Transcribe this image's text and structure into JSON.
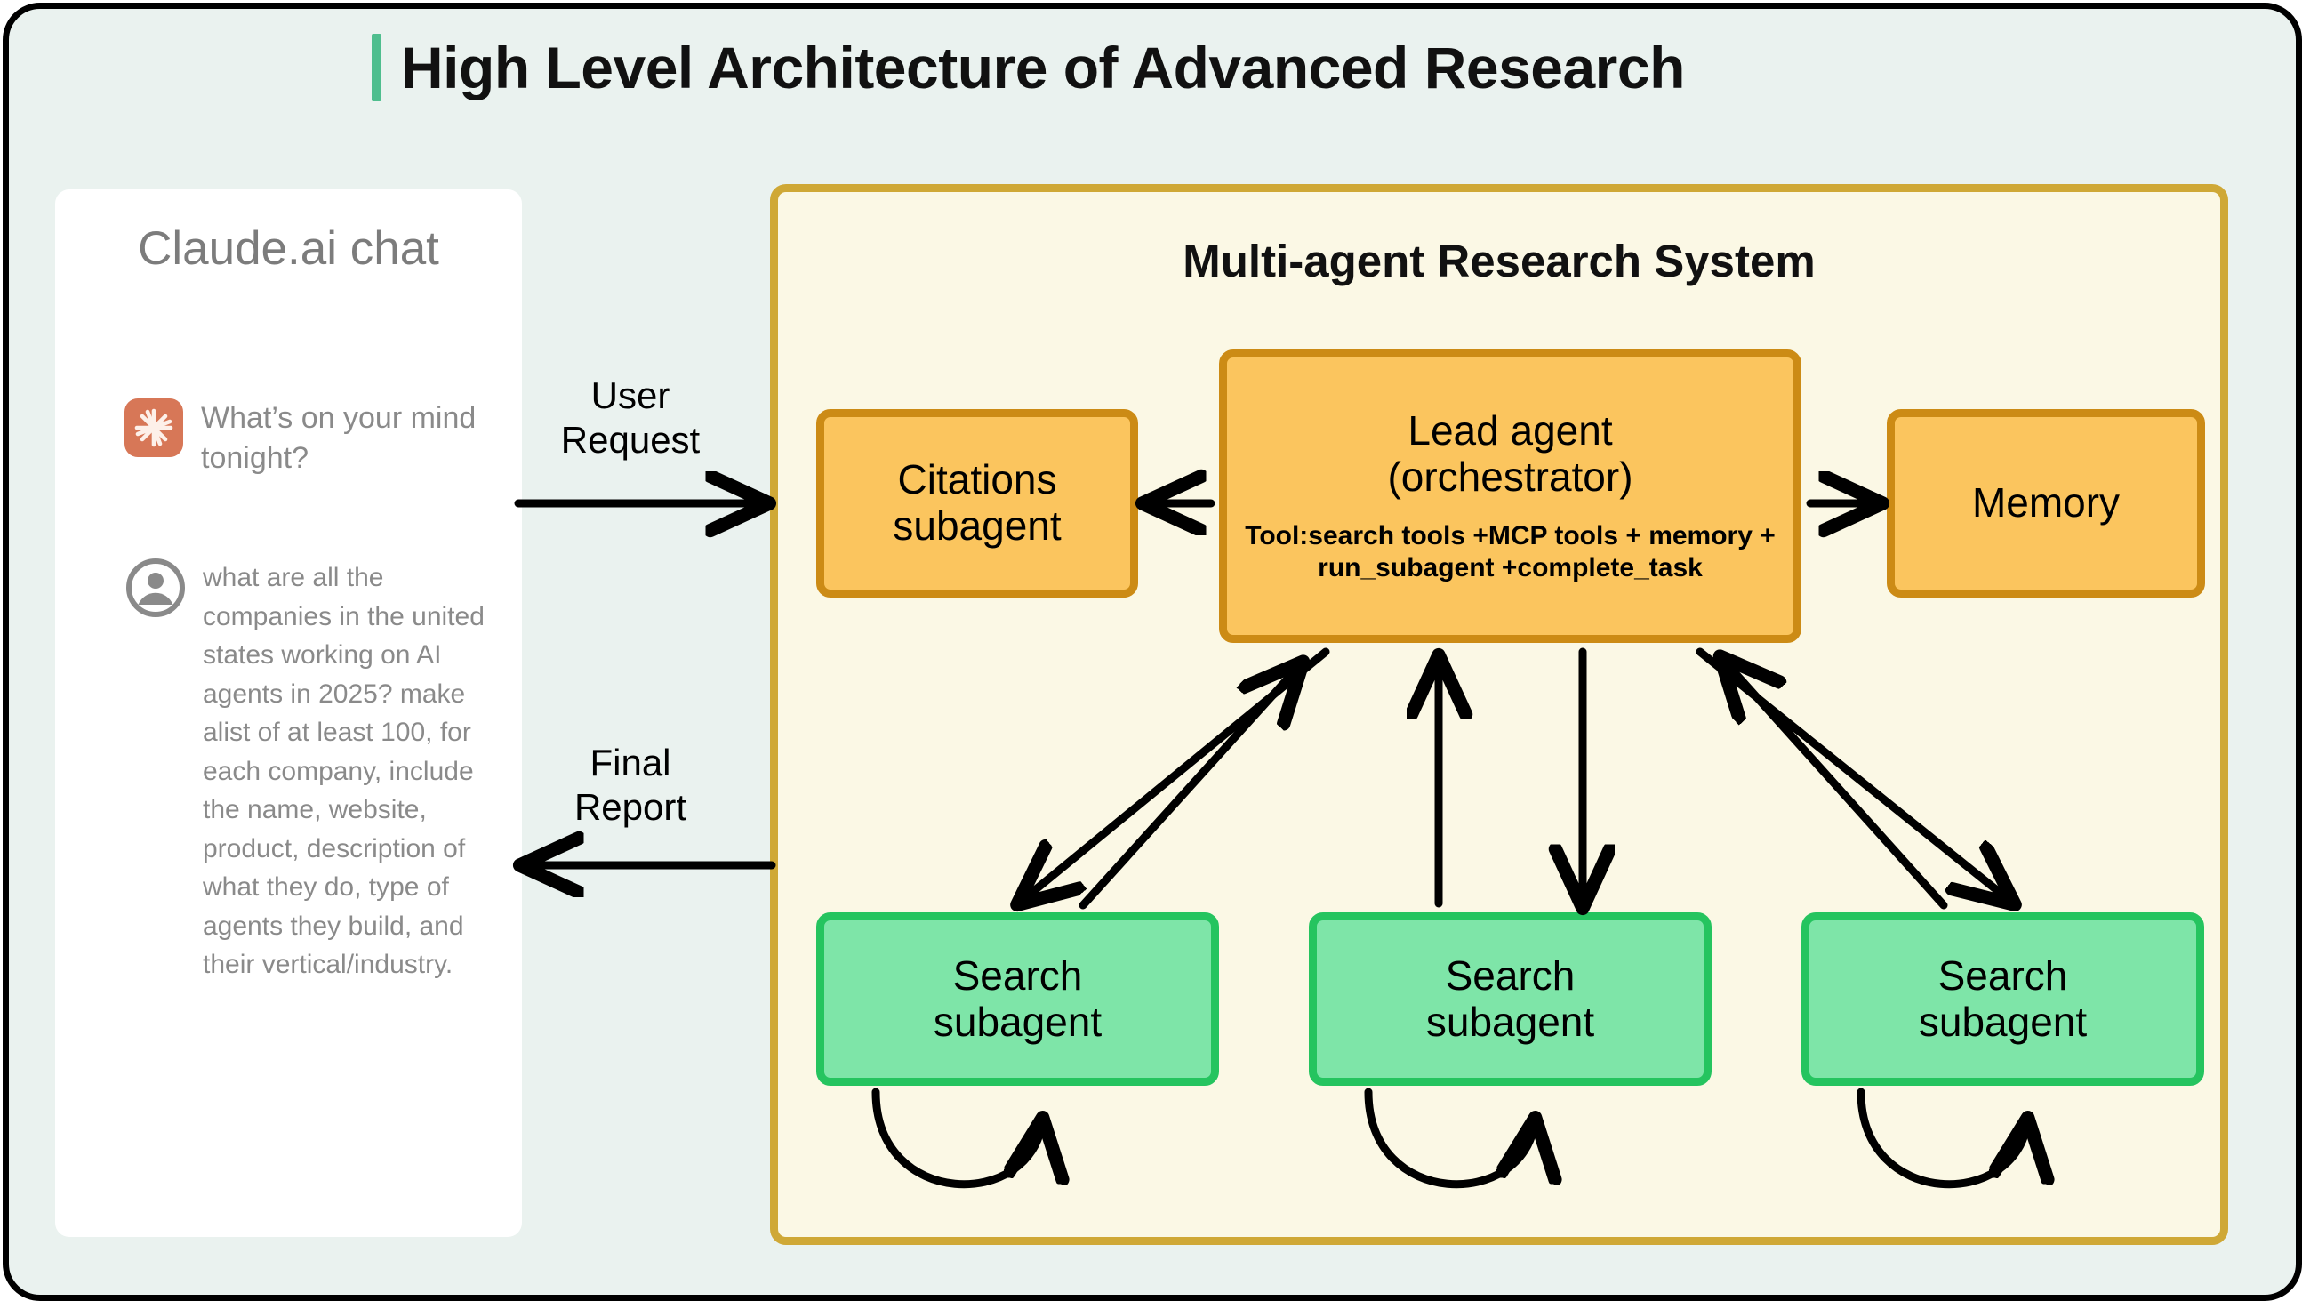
{
  "page": {
    "title": "High Level Architecture of Advanced Research",
    "accent_color": "#4fbe8e",
    "background_color": "#eaf2ef",
    "frame_color": "#000000"
  },
  "chat_panel": {
    "name": "Claude.ai chat",
    "title": "Claude.ai chat",
    "background_color": "#ffffff",
    "messages": [
      {
        "role": "assistant",
        "avatar_icon": "claude-sunburst-icon",
        "avatar_color": "#d77757",
        "text": "What’s on your mind tonight?"
      },
      {
        "role": "user",
        "avatar_icon": "user-person-icon",
        "avatar_color": "#8a8a8a",
        "text": "what are all the companies in the united states working on AI agents in 2025? make alist of at least 100, for each company, include the name, website, product, description of what they do, type of agents they build, and their vertical/industry."
      }
    ]
  },
  "system": {
    "title": "Multi-agent Research System",
    "background_color": "#fbf8e5",
    "border_color": "#cfa836",
    "nodes": [
      {
        "id": "citations",
        "title": "Citations\nsubagent",
        "subtitle": "",
        "kind": "amber",
        "fill": "#fbc55e",
        "stroke": "#cc8b15"
      },
      {
        "id": "lead",
        "title": "Lead agent\n(orchestrator)",
        "subtitle": "Tool:search tools +MCP tools + memory + run_subagent +complete_task",
        "kind": "amber",
        "fill": "#fbc55e",
        "stroke": "#cc8b15"
      },
      {
        "id": "memory",
        "title": "Memory",
        "subtitle": "",
        "kind": "amber",
        "fill": "#fbc55e",
        "stroke": "#cc8b15"
      },
      {
        "id": "search-1",
        "title": "Search\nsubagent",
        "subtitle": "",
        "kind": "green",
        "fill": "#7ee5a8",
        "stroke": "#25c45f"
      },
      {
        "id": "search-2",
        "title": "Search\nsubagent",
        "subtitle": "",
        "kind": "green",
        "fill": "#7ee5a8",
        "stroke": "#25c45f"
      },
      {
        "id": "search-3",
        "title": "Search\nsubagent",
        "subtitle": "",
        "kind": "green",
        "fill": "#7ee5a8",
        "stroke": "#25c45f"
      }
    ]
  },
  "edges": {
    "user_request_label": "User\nRequest",
    "final_report_label": "Final\nReport",
    "arrow_color": "#000000"
  }
}
